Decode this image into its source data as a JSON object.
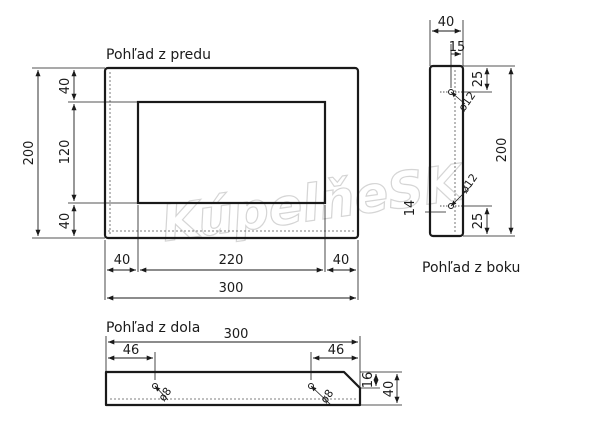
{
  "views": {
    "front": {
      "title": "Pohľad z predu",
      "dims": {
        "width": "300",
        "height": "200",
        "left_margin": "40",
        "window": "220",
        "right_margin": "40",
        "top": "40",
        "middle": "120",
        "bottom": "40"
      }
    },
    "side": {
      "title": "Pohľad z boku",
      "dims": {
        "depth": "40",
        "offset": "15",
        "height": "200",
        "top_hole": "25",
        "bottom_hole": "25",
        "hole_top": "ø12",
        "hole_bottom": "ø12",
        "inset": "14"
      }
    },
    "bottom": {
      "title": "Pohľad z dola",
      "dims": {
        "width": "300",
        "left_hole": "46",
        "right_hole": "46",
        "hole_left": "ø8",
        "hole_right": "ø8",
        "height_small": "16",
        "height_total": "40"
      }
    }
  },
  "watermark": "KúpelňeSK"
}
